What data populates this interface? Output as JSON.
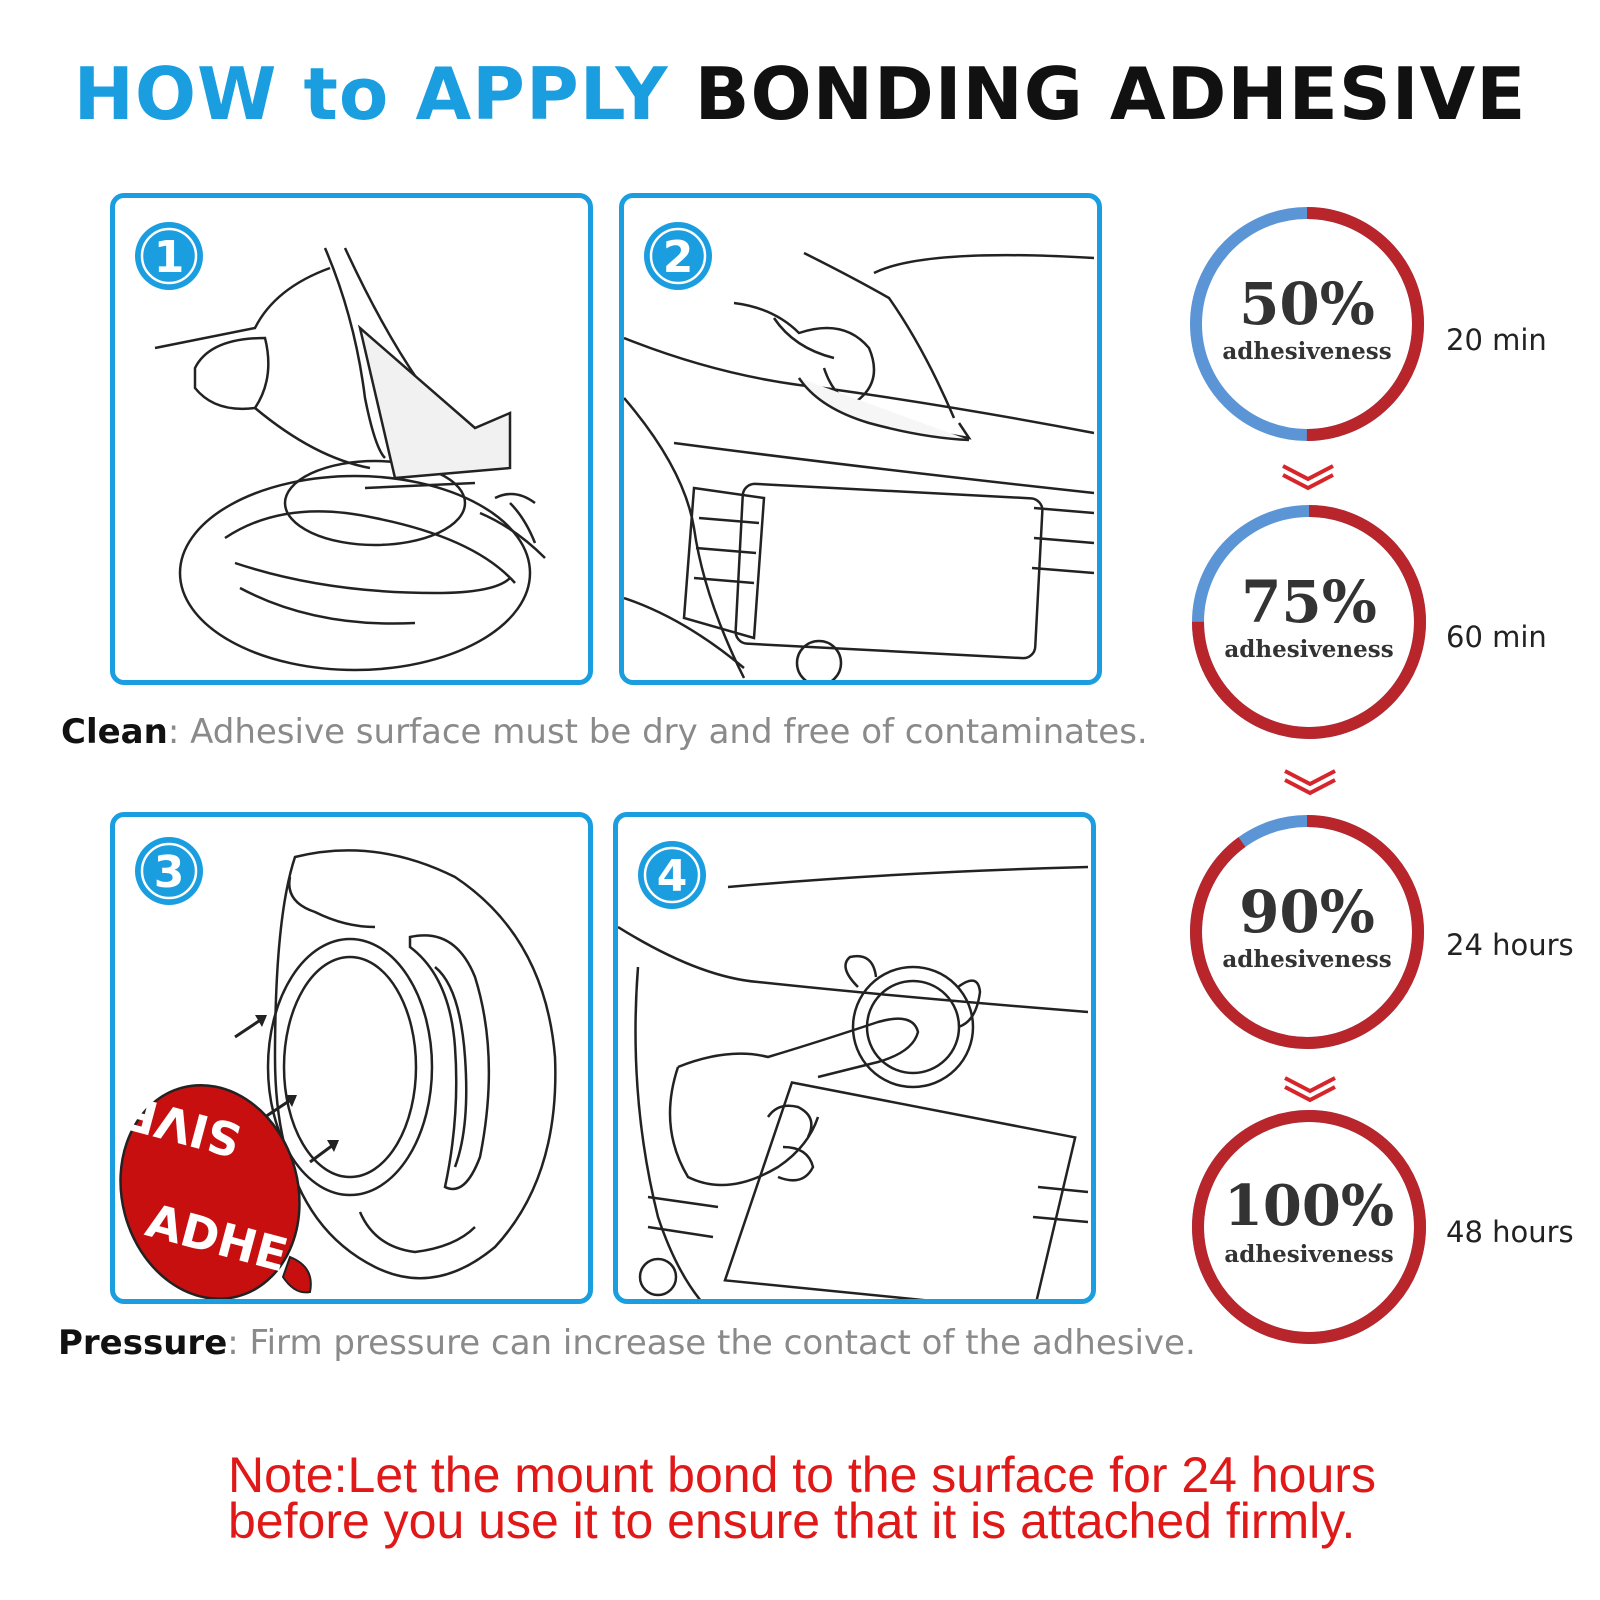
{
  "title": {
    "part1": "HOW to APPLY",
    "part2": "BONDING ADHESIVE"
  },
  "steps": [
    {
      "number": "1"
    },
    {
      "number": "2"
    },
    {
      "number": "3",
      "sticker_text_top": "SIVE",
      "sticker_text_bottom": "ADHE"
    },
    {
      "number": "4"
    }
  ],
  "captions": {
    "clean": {
      "label": "Clean",
      "text": ": Adhesive surface must be dry and free of contaminates."
    },
    "pressure": {
      "label": "Pressure",
      "text": ": Firm pressure can increase the contact of the adhesive."
    }
  },
  "timeline": [
    {
      "percent": "50%",
      "value": 50,
      "label": "adhesiveness",
      "time": "20 min"
    },
    {
      "percent": "75%",
      "value": 75,
      "label": "adhesiveness",
      "time": "60 min"
    },
    {
      "percent": "90%",
      "value": 90,
      "label": "adhesiveness",
      "time": "24 hours"
    },
    {
      "percent": "100%",
      "value": 100,
      "label": "adhesiveness",
      "time": "48 hours"
    }
  ],
  "note": {
    "line1": "Note:Let the mount bond to the surface for 24 hours",
    "line2": "before you use it to ensure that it is attached firmly."
  },
  "colors": {
    "accent_blue": "#1a9ee0",
    "ring_red": "#b8262b",
    "ring_blue": "#5b95d6",
    "note_red": "#e01818"
  }
}
